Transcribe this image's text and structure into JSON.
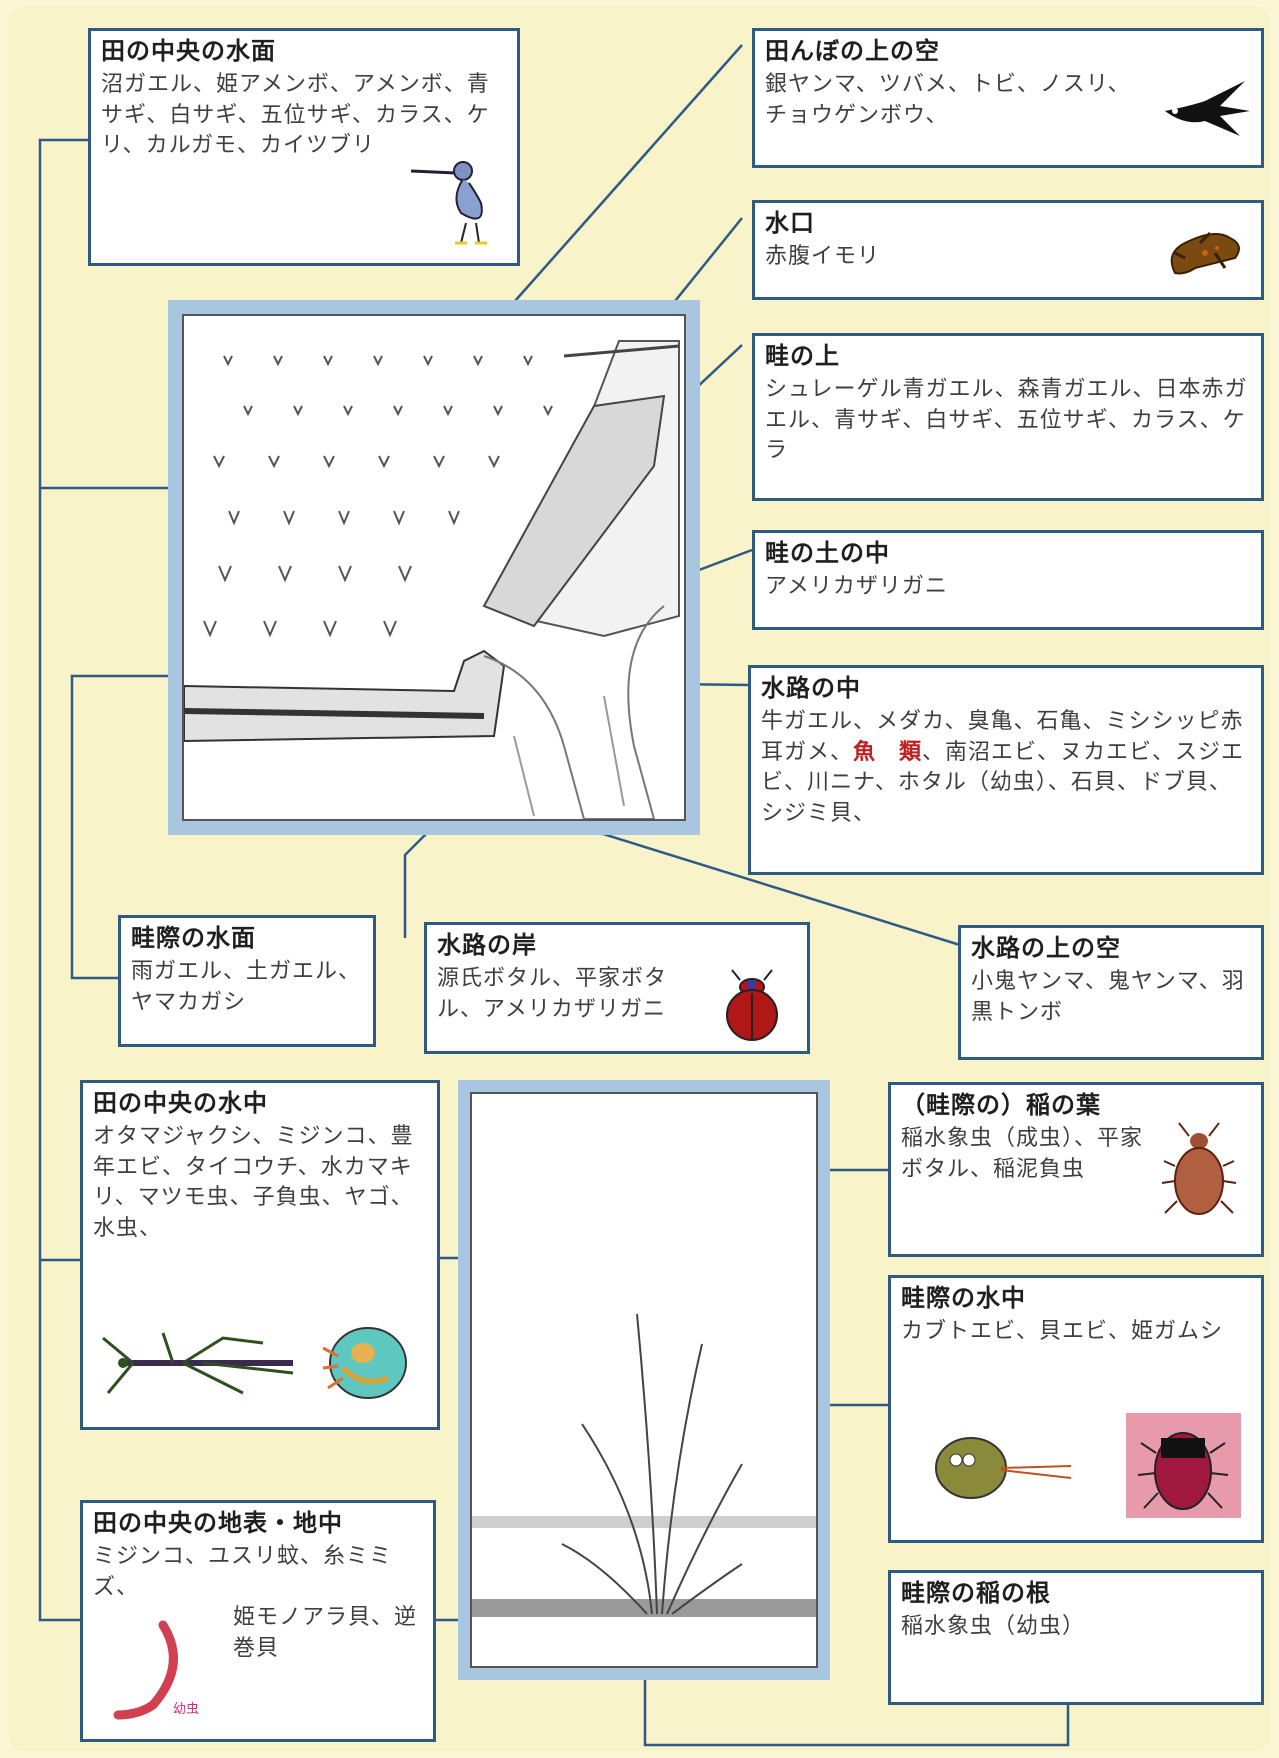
{
  "boxes": {
    "center_surface": {
      "title": "田の中央の水面",
      "desc": "沼ガエル、姫アメンボ、アメンボ、青サギ、白サギ、五位サギ、カラス、ケリ、カルガモ、カイツブリ"
    },
    "sky_paddy": {
      "title": "田んぼの上の空",
      "desc": "銀ヤンマ、ツバメ、トビ、ノスリ、チョウゲンボウ、"
    },
    "inlet": {
      "title": "水口",
      "desc": "赤腹イモリ"
    },
    "ridge_top": {
      "title": "畦の上",
      "desc": "シュレーゲル青ガエル、森青ガエル、日本赤ガエル、青サギ、白サギ、五位サギ、カラス、ケラ"
    },
    "ridge_soil": {
      "title": "畦の土の中",
      "desc": "アメリカザリガニ"
    },
    "channel_in": {
      "title": "水路の中",
      "desc_before": "牛ガエル、メダカ、臭亀、石亀、ミシシッピ赤耳ガメ、",
      "desc_emph": "魚　類",
      "desc_after": "、南沼エビ、ヌカエビ、スジエビ、川ニナ、ホタル（幼虫）、石貝、ドブ貝、シジミ貝、"
    },
    "edge_surface": {
      "title": "畦際の水面",
      "desc": "雨ガエル、土ガエル、ヤマカガシ"
    },
    "channel_bank": {
      "title": "水路の岸",
      "desc": "源氏ボタル、平家ボタル、アメリカザリガニ"
    },
    "sky_channel": {
      "title": "水路の上の空",
      "desc": "小鬼ヤンマ、鬼ヤンマ、羽黒トンボ"
    },
    "center_water": {
      "title": "田の中央の水中",
      "desc": "オタマジャクシ、ミジンコ、豊年エビ、タイコウチ、水カマキリ、マツモ虫、子負虫、ヤゴ、水虫、"
    },
    "rice_leaf": {
      "title": "（畦際の）稲の葉",
      "desc": "稲水象虫（成虫）、平家ボタル、稲泥負虫"
    },
    "edge_water": {
      "title": "畦際の水中",
      "desc": "カブトエビ、貝エビ、姫ガムシ"
    },
    "center_ground": {
      "title": "田の中央の地表・地中",
      "desc_line1": "ミジンコ、ユスリ蚊、糸ミミズ、",
      "desc_line2": "姫モノアラ貝、逆",
      "desc_line3": "巻貝",
      "larva_label": "幼虫"
    },
    "rice_root": {
      "title": "畦際の稲の根",
      "desc": "稲水象虫（幼虫）"
    }
  },
  "colors": {
    "background": "#f8f3c8",
    "box_border": "#2e5a86",
    "connector": "#2e5a86",
    "frame": "#a9c6e0",
    "emphasis": "#c22020"
  },
  "icons": [
    "heron-icon",
    "swallow-icon",
    "newt-icon",
    "ladybug-icon",
    "water-stick-insect-icon",
    "water-bug-icon",
    "rice-weevil-icon",
    "tadpole-shrimp-icon",
    "diving-beetle-icon",
    "worm-icon"
  ]
}
